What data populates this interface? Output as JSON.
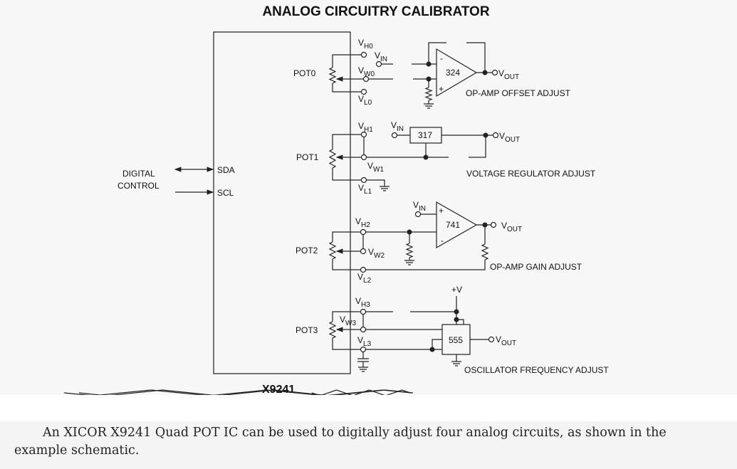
{
  "title": "ANALOG CIRCUITRY CALIBRATOR",
  "chip_name": "X9241",
  "digital_control": {
    "line1": "DIGITAL",
    "line2": "CONTROL",
    "sda": "SDA",
    "scl": "SCL"
  },
  "pots": [
    {
      "label": "POT0",
      "vh": "H0",
      "vw": "W0",
      "vl": "L0"
    },
    {
      "label": "POT1",
      "vh": "H1",
      "vw": "W1",
      "vl": "L1"
    },
    {
      "label": "POT2",
      "vh": "H2",
      "vw": "W2",
      "vl": "L2"
    },
    {
      "label": "POT3",
      "vh": "H3",
      "vw": "W3",
      "vl": "L3"
    }
  ],
  "v": "V",
  "vin_sub": "IN",
  "vout_sub": "OUT",
  "plus_v": "+V",
  "plus": "+",
  "minus": "-",
  "parts": {
    "opamp_offset": "324",
    "regulator": "317",
    "opamp_gain": "741",
    "timer": "555"
  },
  "circuit_labels": {
    "offset": "OP-AMP OFFSET ADJUST",
    "regulator": "VOLTAGE REGULATOR ADJUST",
    "gain": "OP-AMP GAIN ADJUST",
    "oscillator": "OSCILLATOR FREQUENCY ADJUST"
  },
  "caption": "An XICOR X9241 Quad POT IC can be used to digitally adjust four analog circuits, as shown in the example schematic."
}
